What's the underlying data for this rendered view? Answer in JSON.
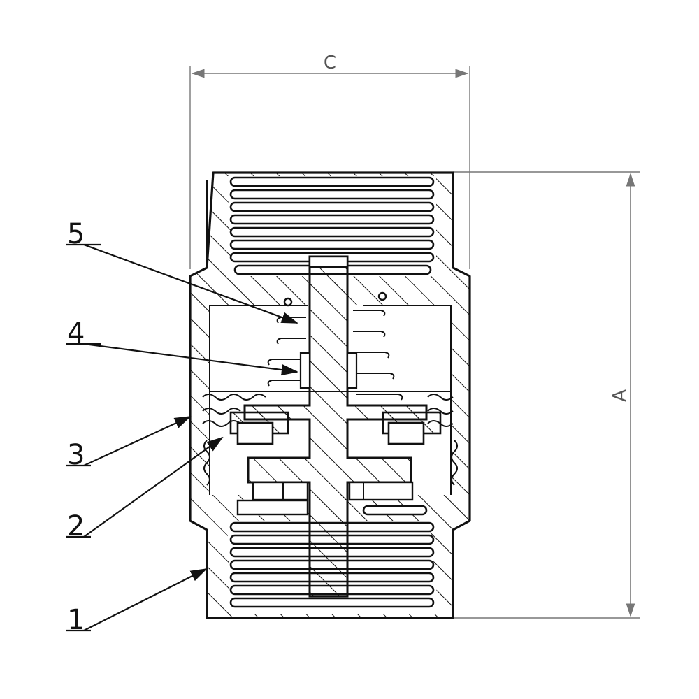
{
  "dimensions": {
    "width_label": "C",
    "height_label": "A"
  },
  "callouts": [
    {
      "label": "5"
    },
    {
      "label": "4"
    },
    {
      "label": "3"
    },
    {
      "label": "2"
    },
    {
      "label": "1"
    }
  ],
  "colors": {
    "ink": "#111111",
    "dimension": "#777777",
    "background": "#ffffff"
  }
}
